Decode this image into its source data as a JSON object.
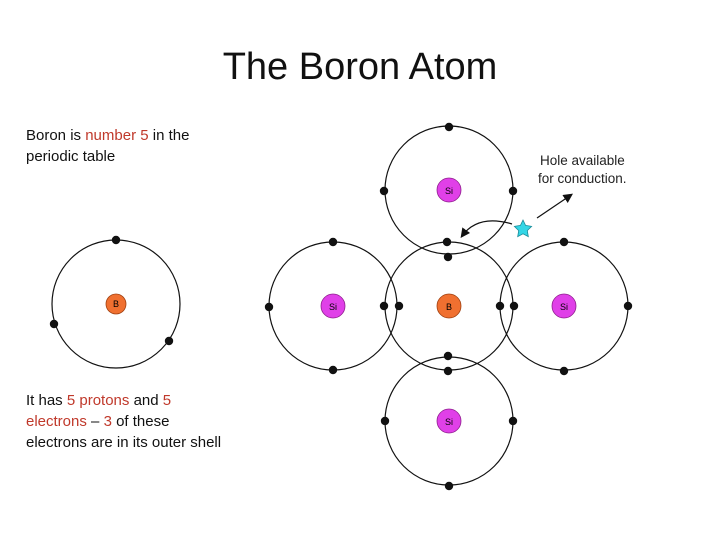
{
  "title": "The Boron Atom",
  "intro": {
    "part1": "Boron is ",
    "highlight": "number 5",
    "part2": " in the periodic table"
  },
  "description": {
    "part1": "It has ",
    "h1": "5 protons",
    "part2": " and ",
    "h2": "5 electrons",
    "part3": " – ",
    "h3": "3",
    "part4": " of these electrons are in its outer shell"
  },
  "diagram": {
    "single_atom_label": "B",
    "center_label": "B",
    "neighbor_label": "Si",
    "hole_label_line1": "Hole available",
    "hole_label_line2": "for conduction."
  },
  "colors": {
    "highlight": "#c0392b",
    "boron": "#f07030",
    "silicon": "#e040e8",
    "hole": "#33d6e6"
  }
}
